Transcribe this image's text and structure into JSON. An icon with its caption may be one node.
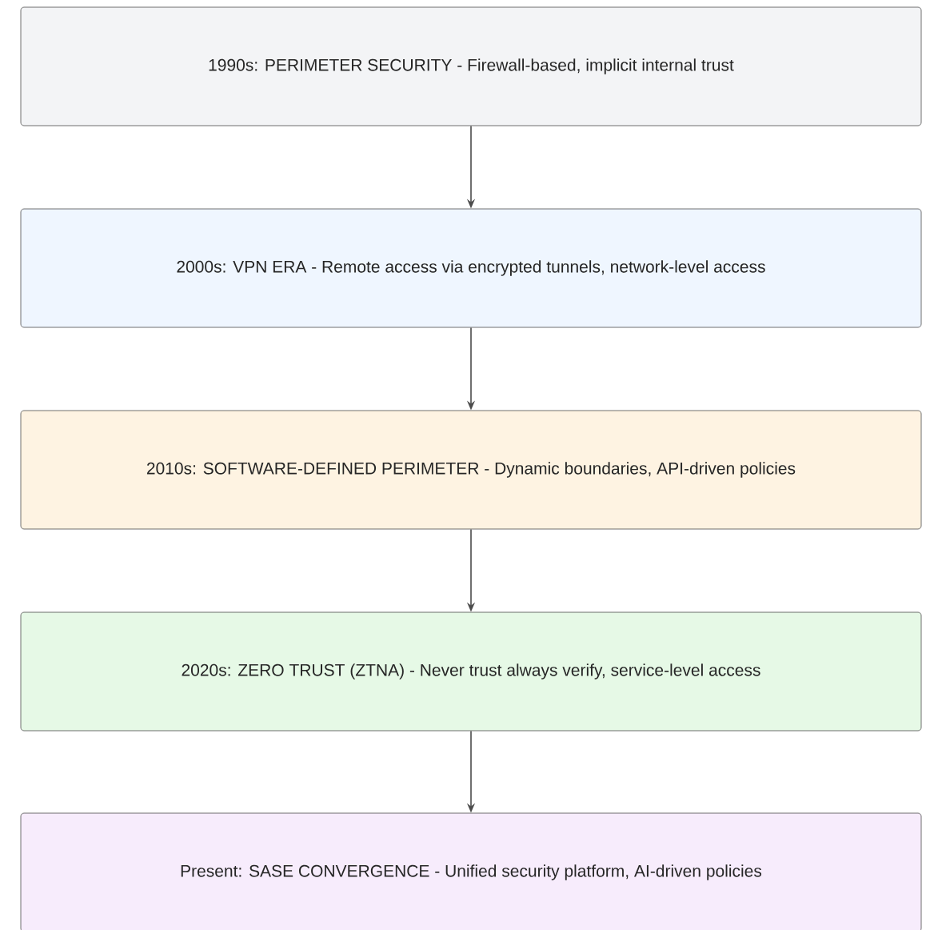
{
  "diagram": {
    "nodes": [
      {
        "text": [
          "1990s: PERIMETER SECURITY - Firewall-based, implicit internal trust"
        ]
      },
      {
        "text": [
          "2000s: VPN ERA - Remote access via encrypted tunnels, network-level access"
        ]
      },
      {
        "text": [
          "2010s: SOFTWARE-DEFINED PERIMETER - Dynamic boundaries, API-driven policies"
        ]
      },
      {
        "text": [
          "2020s: ZERO TRUST (ZTNA) - Never trust always verify, service-level access"
        ]
      },
      {
        "text": [
          "Present: SASE CONVERGENCE - Unified security platform, AI-driven policies"
        ]
      }
    ],
    "edges": [
      {
        "from": 0,
        "to": 1,
        "arrow": "to"
      },
      {
        "from": 1,
        "to": 2,
        "arrow": "to"
      },
      {
        "from": 2,
        "to": 3,
        "arrow": "to"
      },
      {
        "from": 3,
        "to": 4,
        "arrow": "to"
      }
    ]
  }
}
